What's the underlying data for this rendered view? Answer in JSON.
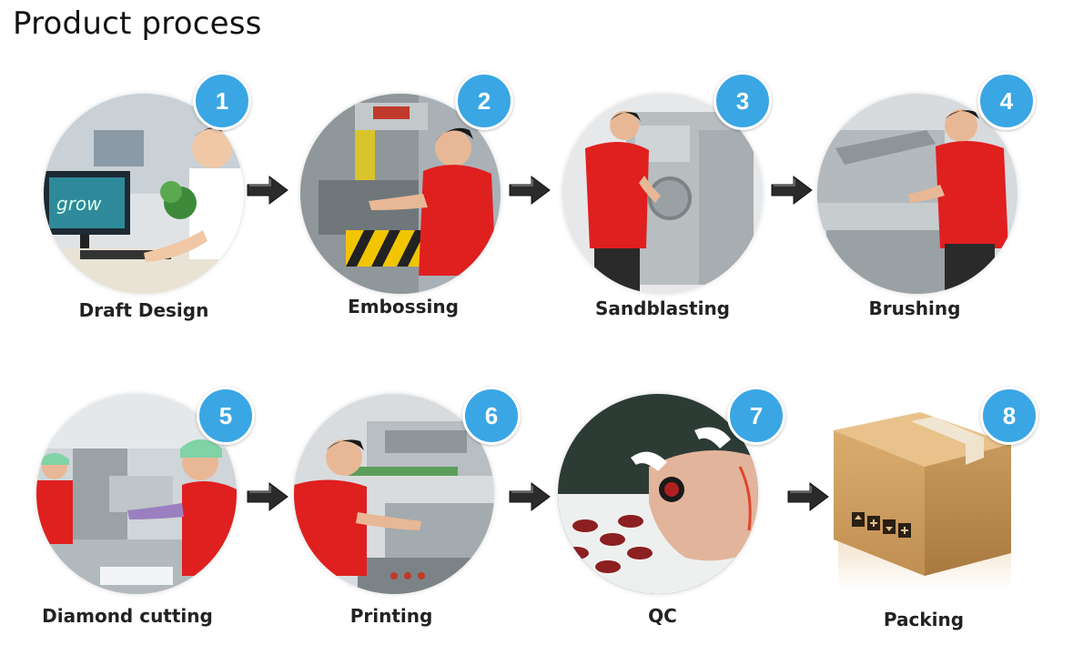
{
  "title": "Product process",
  "accent_color": "#3aa6e4",
  "steps": [
    {
      "number": "1",
      "label": "Draft Design"
    },
    {
      "number": "2",
      "label": "Embossing"
    },
    {
      "number": "3",
      "label": "Sandblasting"
    },
    {
      "number": "4",
      "label": "Brushing"
    },
    {
      "number": "5",
      "label": "Diamond cutting"
    },
    {
      "number": "6",
      "label": "Printing"
    },
    {
      "number": "7",
      "label": "QC"
    },
    {
      "number": "8",
      "label": "Packing"
    }
  ],
  "icons": {
    "flow_arrow": "right-arrow-icon",
    "package": "cardboard-box-icon"
  }
}
